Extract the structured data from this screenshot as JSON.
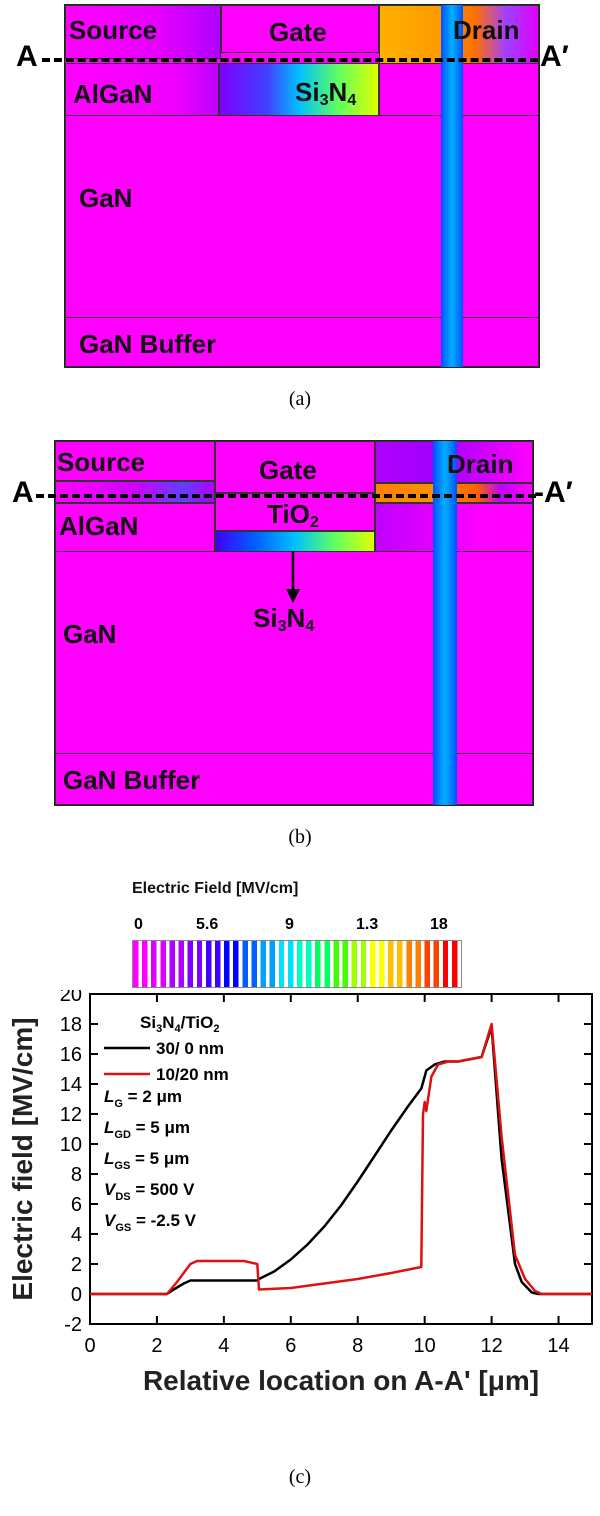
{
  "panel_a": {
    "labels": {
      "source": "Source",
      "gate": "Gate",
      "drain": "Drain",
      "algan": "AlGaN",
      "si3n4_main": "Si",
      "si3n4_sub1": "3",
      "si3n4_mid": "N",
      "si3n4_sub2": "4",
      "gan": "GaN",
      "buffer": "GaN Buffer"
    },
    "cut_left": "A",
    "cut_right": "A′",
    "caption": "(a)"
  },
  "panel_b": {
    "labels": {
      "source": "Source",
      "gate": "Gate",
      "drain": "Drain",
      "algan": "AlGaN",
      "tio2_main": "TiO",
      "tio2_sub": "2",
      "si3n4_main": "Si",
      "si3n4_sub1": "3",
      "si3n4_mid": "N",
      "si3n4_sub2": "4",
      "gan": "GaN",
      "buffer": "GaN Buffer"
    },
    "cut_left": "A",
    "cut_right": "-A′",
    "caption": "(b)"
  },
  "colorbar": {
    "title": "Electric Field [MV/cm]",
    "ticks": [
      "0",
      "5.6",
      "9",
      "1.3",
      "18"
    ],
    "colors": [
      "#ff00ff",
      "#e000ff",
      "#b000ff",
      "#8000ff",
      "#4000ff",
      "#0000ff",
      "#0060ff",
      "#00a0ff",
      "#00e0ff",
      "#00ffc0",
      "#00ff60",
      "#40ff00",
      "#a0ff00",
      "#ffff00",
      "#ffc000",
      "#ff8000",
      "#ff4000",
      "#ff0000"
    ]
  },
  "chart_data": {
    "type": "line",
    "xlabel": "Relative location on A-A' [μm]",
    "ylabel": "Electric field [MV/cm]",
    "xlim": [
      0,
      15
    ],
    "ylim": [
      -2,
      20
    ],
    "x_ticks": [
      "0",
      "2",
      "4",
      "6",
      "8",
      "10",
      "12",
      "14"
    ],
    "y_ticks": [
      "-2",
      "0",
      "2",
      "4",
      "6",
      "8",
      "10",
      "12",
      "14",
      "16",
      "18",
      "20"
    ],
    "legend_title_main": "Si",
    "legend_title_sub1": "3",
    "legend_title_mid": "N",
    "legend_title_sub2": "4",
    "legend_title_tail": "/TiO",
    "legend_title_sub3": "2",
    "series": [
      {
        "name": "30/ 0 nm",
        "color": "#000000",
        "x": [
          0,
          2.3,
          2.5,
          2.8,
          3.0,
          3.2,
          5.0,
          5.05,
          5.5,
          6,
          6.5,
          7,
          7.5,
          8,
          8.5,
          9,
          9.5,
          9.9,
          10.0,
          10.05,
          10.3,
          10.6,
          11.0,
          11.7,
          12.0,
          12.3,
          12.7,
          12.9,
          13.2,
          13.4,
          15
        ],
        "y": [
          0,
          0,
          0.3,
          0.7,
          0.9,
          0.9,
          0.9,
          1.0,
          1.5,
          2.3,
          3.3,
          4.5,
          5.9,
          7.5,
          9.2,
          10.9,
          12.5,
          13.7,
          14.5,
          14.9,
          15.3,
          15.5,
          15.5,
          15.8,
          17.8,
          9.0,
          2.0,
          0.8,
          0.1,
          0,
          0
        ]
      },
      {
        "name": "10/20 nm",
        "color": "#dd1111",
        "x": [
          0,
          2.3,
          2.6,
          3.0,
          3.2,
          4.6,
          5.0,
          5.05,
          6,
          7,
          8,
          9,
          9.9,
          9.95,
          10.0,
          10.05,
          10.2,
          10.4,
          10.7,
          11.0,
          11.7,
          12.0,
          12.3,
          12.7,
          13.0,
          13.3,
          13.5,
          15
        ],
        "y": [
          0,
          0,
          0.8,
          2.0,
          2.2,
          2.2,
          2.0,
          0.3,
          0.4,
          0.7,
          1.0,
          1.4,
          1.8,
          12.0,
          12.8,
          12.2,
          14.5,
          15.3,
          15.5,
          15.5,
          15.8,
          18.0,
          10.5,
          2.6,
          1.0,
          0.2,
          0,
          0
        ]
      }
    ],
    "annotations": [
      {
        "main": "L",
        "sub": "G",
        "value": " = 2 μm"
      },
      {
        "main": "L",
        "sub": "GD",
        "value": " = 5 μm"
      },
      {
        "main": "L",
        "sub": "GS",
        "value": " = 5 μm"
      },
      {
        "main": "V",
        "sub": "DS",
        "value": " = 500 V"
      },
      {
        "main": "V",
        "sub": "GS",
        "value": " = -2.5 V"
      }
    ]
  },
  "caption_c": "(c)"
}
